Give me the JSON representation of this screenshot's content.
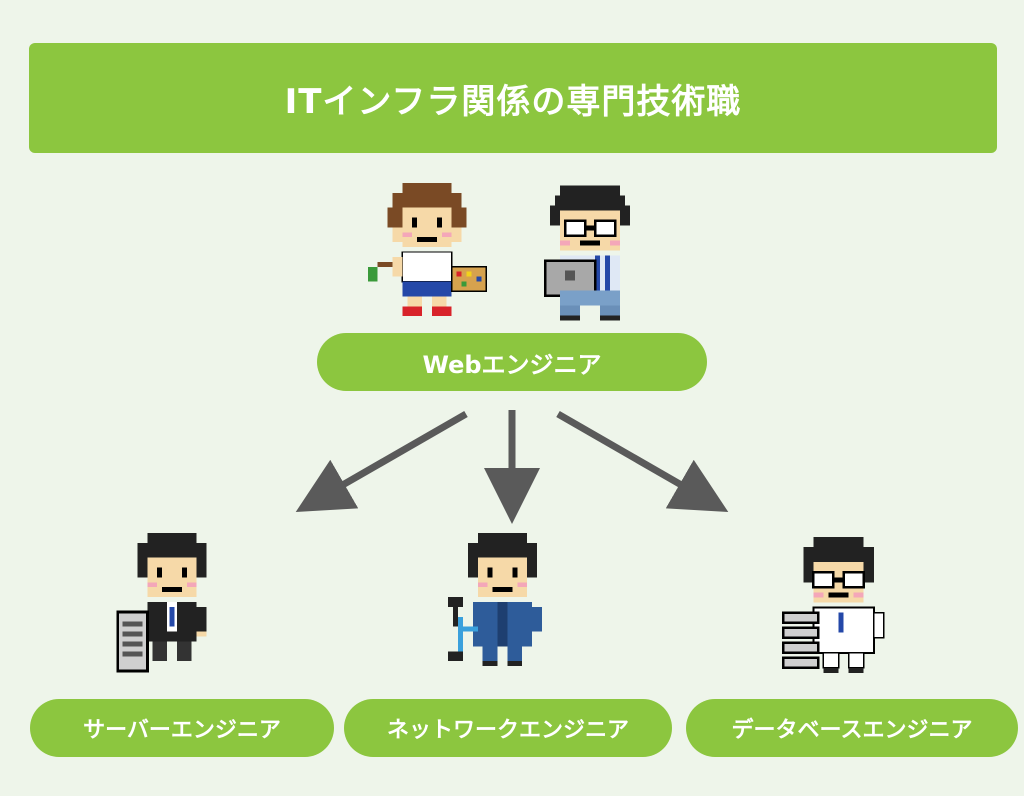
{
  "title": "ITインフラ関係の専門技術職",
  "root": {
    "label": "Webエンジニア"
  },
  "children": [
    {
      "label": "サーバーエンジニア"
    },
    {
      "label": "ネットワークエンジニア"
    },
    {
      "label": "データベースエンジニア"
    }
  ],
  "colors": {
    "background": "#eef5ea",
    "accent_green": "#8cc63f",
    "arrow": "#5a5a5a",
    "text_on_green": "#ffffff"
  },
  "icons": [
    "designer-character",
    "programmer-character",
    "server-engineer-character",
    "network-engineer-character",
    "database-engineer-character"
  ]
}
